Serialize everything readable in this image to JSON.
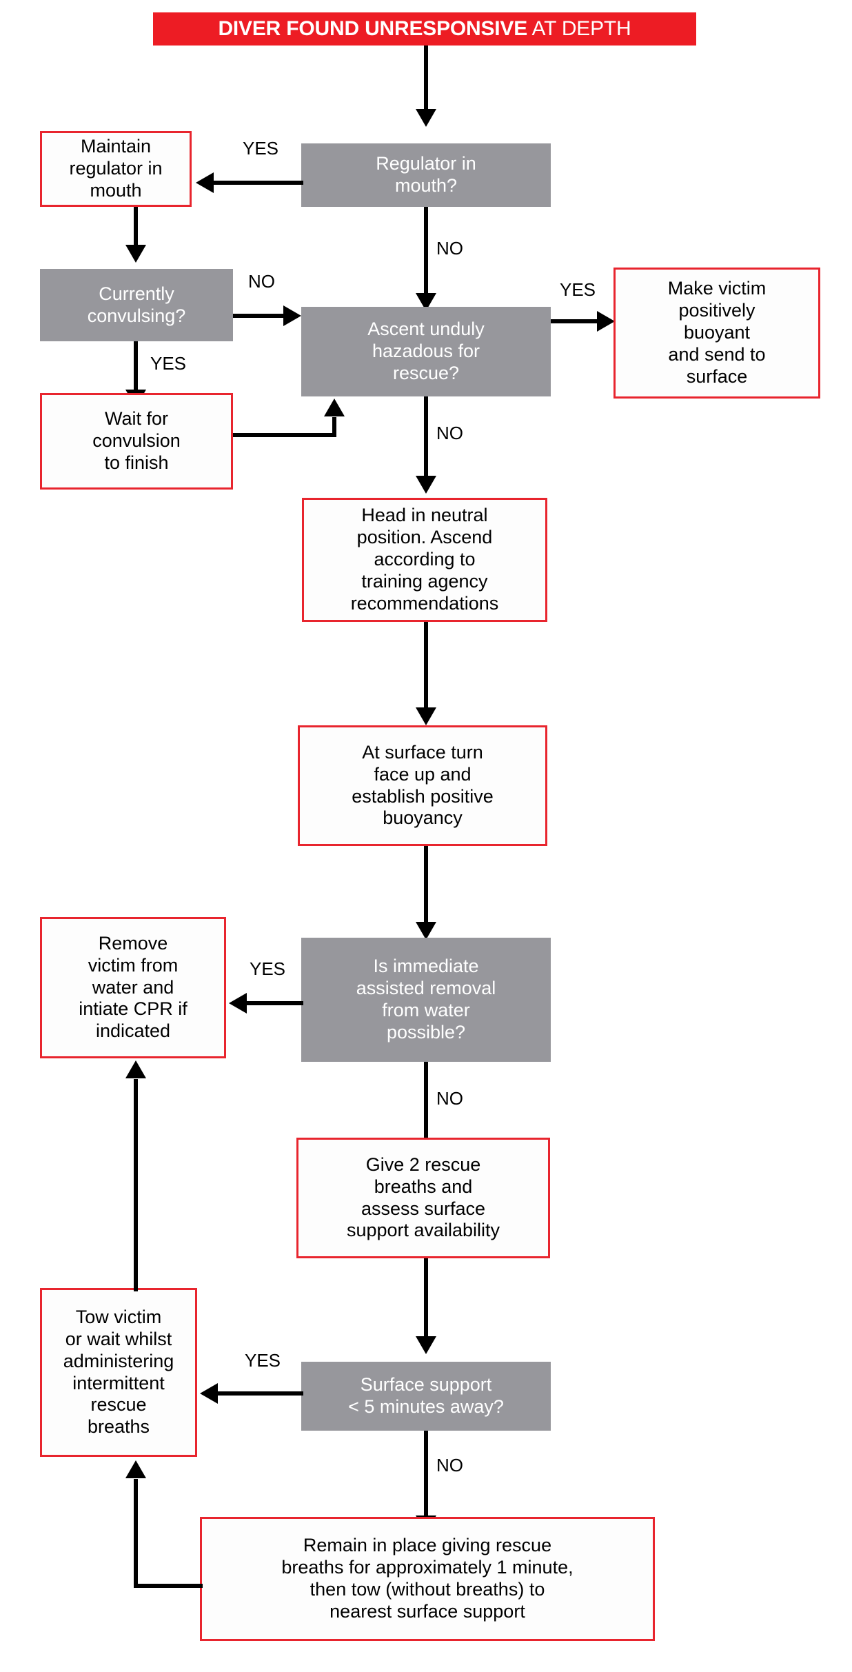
{
  "title": {
    "strong": "DIVER FOUND UNRESPONSIVE",
    "light": " AT DEPTH"
  },
  "colors": {
    "accent_red": "#ED1C24",
    "box_border_red": "#E8252E",
    "decision_gray": "#97979C",
    "text_black": "#000000",
    "text_white": "#FFFFFF",
    "background": "#FFFFFF",
    "connector_black": "#000000"
  },
  "nodes": {
    "maintain_regulator": "Maintain\nregulator in\nmouth",
    "regulator_in_mouth": "Regulator in\nmouth?",
    "currently_convulsing": "Currently\nconvulsing?",
    "ascent_hazardous": "Ascent unduly\nhazadous for\nrescue?",
    "make_positively_buoyant": "Make victim\npositively\nbuoyant\nand send to\nsurface",
    "wait_for_convulsion": "Wait for\nconvulsion\nto finish",
    "head_neutral_ascend": "Head in neutral\nposition. Ascend\naccording to\ntraining agency\nrecommendations",
    "at_surface_face_up": "At surface turn\nface up and\nestablish positive\nbuoyancy",
    "remove_victim_cpr": "Remove\nvictim from\nwater and\nintiate CPR if\nindicated",
    "immediate_assisted_removal": "Is immediate\nassisted removal\nfrom water\npossible?",
    "give_2_rescue_breaths": "Give 2 rescue\nbreaths and\nassess surface\nsupport availability",
    "tow_victim": "Tow victim\nor wait whilst\nadministering\nintermittent\nrescue\nbreaths",
    "surface_support_5min": "Surface support\n< 5 minutes away?",
    "remain_in_place": "Remain in place giving rescue\nbreaths for approximately 1 minute,\nthen tow (without breaths) to\nnearest surface support"
  },
  "edge_labels": {
    "regulator_yes": "YES",
    "regulator_no": "NO",
    "convulsing_no": "NO",
    "convulsing_yes": "YES",
    "ascent_yes": "YES",
    "ascent_no": "NO",
    "removal_yes": "YES",
    "removal_no": "NO",
    "support_yes": "YES",
    "support_no": "NO"
  }
}
